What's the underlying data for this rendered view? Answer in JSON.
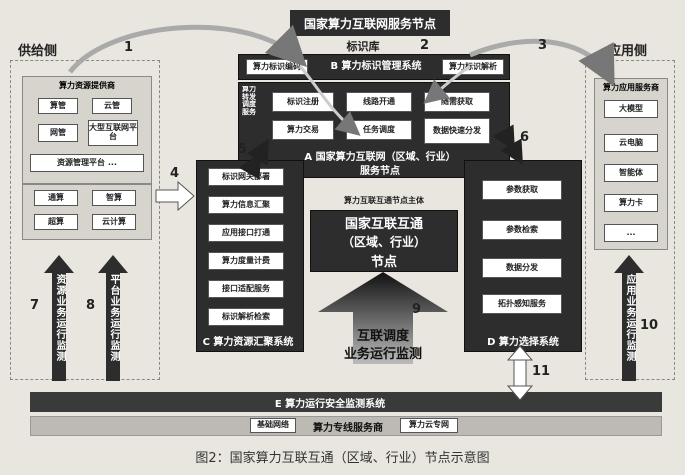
{
  "top_node": {
    "title": "国家算力互联网服务节点",
    "id_library": "标识库",
    "id_code": "算力标识编码",
    "b_system": "B 算力标识管理系统",
    "id_parse": "算力标识解析"
  },
  "supply": {
    "label": "供给侧",
    "provider_title": "算力资源提供商",
    "items": [
      "算管",
      "云管",
      "网管",
      "大型互联网平台"
    ],
    "platform": "资源管理平台 ...",
    "compute": [
      "通算",
      "智算",
      "超算",
      "云计算"
    ]
  },
  "demand": {
    "label": "应用侧",
    "service_title": "算力应用服务商",
    "items": [
      "大模型",
      "云电脑",
      "智能体",
      "算力卡",
      "..."
    ]
  },
  "a_node": {
    "side_label": "算力转发调度服务",
    "tiles": [
      "标识注册",
      "线路开通",
      "随需获取",
      "算力交易",
      "任务调度",
      "数据快速分发"
    ],
    "caption_line1": "A 国家算力互联网（区域、行业）",
    "caption_line2": "服务节点"
  },
  "c_system": {
    "items": [
      "标识网关部署",
      "算力信息汇聚",
      "应用接口打通",
      "算力度量计费",
      "接口适配服务",
      "标识解析检索"
    ],
    "caption": "C 算力资源汇聚系统"
  },
  "d_system": {
    "items": [
      "参数获取",
      "参数检索",
      "数据分发",
      "拓扑感知服务"
    ],
    "caption": "D 算力选择系统"
  },
  "center": {
    "subject": "算力互联互通节点主体",
    "box_line1": "国家互联互通",
    "box_line2": "（区域、行业）",
    "box_line3": "节点",
    "monitor_line1": "互联调度",
    "monitor_line2": "业务运行监测"
  },
  "e_system": "E 算力运行安全监测系统",
  "bottom": {
    "left": "基础网络",
    "center": "算力专线服务商",
    "right": "算力云专网"
  },
  "monitors": {
    "resource": "资源业务运行监测",
    "platform": "平台业务运行监测",
    "application": "应用业务运行监测"
  },
  "numbers": [
    "1",
    "2",
    "3",
    "4",
    "5",
    "6",
    "7",
    "8",
    "9",
    "10",
    "11"
  ],
  "figure_caption": "图2：国家算力互联互通（区域、行业）节点示意图"
}
